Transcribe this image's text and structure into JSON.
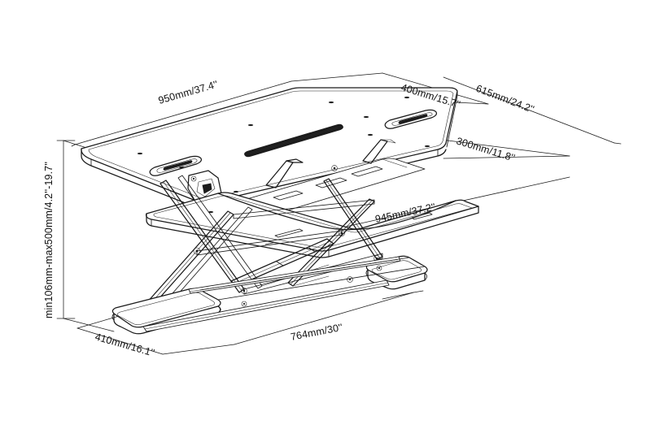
{
  "drawing": {
    "title": "Sit-Stand Desk Converter Dimensioned Drawing",
    "background_color": "#ffffff",
    "line_color": "#1a1a1a",
    "accent_color": "#1d1d1d",
    "view": "isometric line drawing"
  },
  "dimensions": {
    "top_width": {
      "label": "950mm/37.4''",
      "mm": 950,
      "inch": 37.4,
      "part": "upper desktop width"
    },
    "top_depth": {
      "label": "400mm/15.7''",
      "mm": 400,
      "inch": 15.7,
      "part": "upper desktop depth"
    },
    "total_depth": {
      "label": "615mm/24.2''",
      "mm": 615,
      "inch": 24.2,
      "part": "overall depth"
    },
    "tray_depth": {
      "label": "300mm/11.8''",
      "mm": 300,
      "inch": 11.8,
      "part": "keyboard tray depth"
    },
    "tray_width": {
      "label": "945mm/37.2''",
      "mm": 945,
      "inch": 37.2,
      "part": "keyboard tray width"
    },
    "base_depth": {
      "label": "410mm/16.1''",
      "mm": 410,
      "inch": 16.1,
      "part": "base depth"
    },
    "base_width": {
      "label": "764mm/30''",
      "mm": 764,
      "inch": 30.0,
      "part": "base width"
    },
    "height_range": {
      "label": "min106mm-max500mm/4.2''-19.7''",
      "min_mm": 106,
      "max_mm": 500,
      "min_inch": 4.2,
      "max_inch": 19.7,
      "part": "height adjustment range"
    }
  },
  "parts": {
    "desktop": "upper work surface",
    "keyboard_tray": "lower keyboard tray",
    "scissor_lift": "X-frame scissor lift mechanism",
    "base": "floor base rails with end caps",
    "tablet_slot": "tablet/phone groove",
    "handle_left": "left lift handle cutout",
    "handle_right": "right lift handle cutout"
  }
}
